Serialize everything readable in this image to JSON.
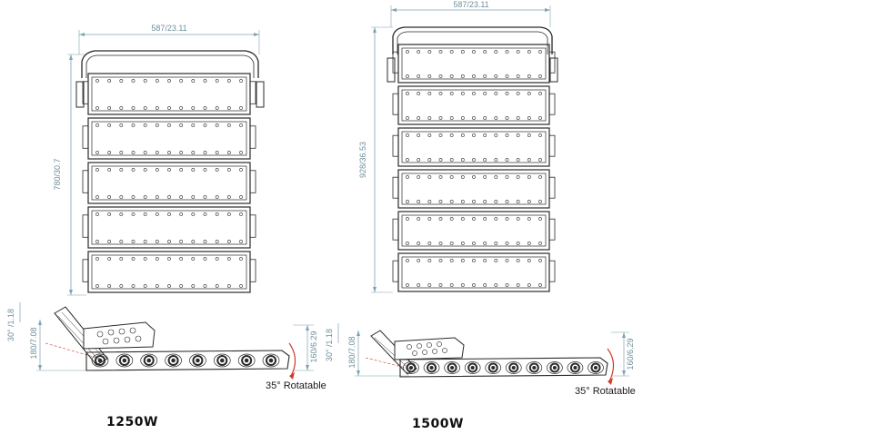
{
  "colors": {
    "outline": "#2a2a2a",
    "dimension": "#7fa3b0",
    "accent_red": "#d23a2a",
    "background": "#ffffff"
  },
  "models": [
    {
      "id": "1250w",
      "label": "1250W",
      "front": {
        "width_dim": "587/23.11",
        "height_dim": "780/30.7",
        "modules": 5
      },
      "side": {
        "angle_dim": "30° /1.18",
        "height_dim": "180/7.08",
        "depth_dim": "160/6.29",
        "rotation_note": "35° Rotatable",
        "lenses": 8
      }
    },
    {
      "id": "1500w",
      "label": "1500W",
      "front": {
        "width_dim": "587/23.11",
        "height_dim": "928/36.53",
        "modules": 6
      },
      "side": {
        "angle_dim": "30° /1.18",
        "height_dim": "180/7.08",
        "depth_dim": "160/6.29",
        "rotation_note": "35° Rotatable",
        "lenses": 10
      }
    }
  ]
}
